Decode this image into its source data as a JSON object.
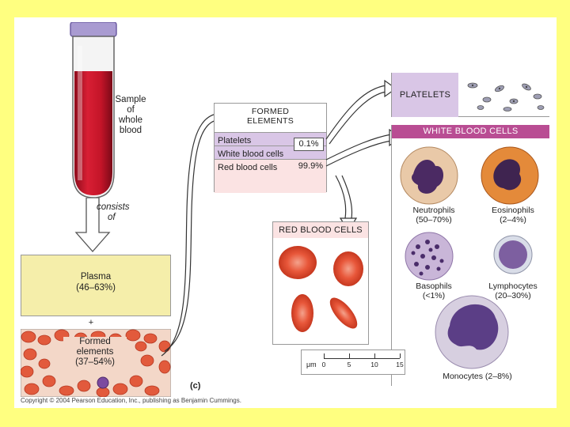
{
  "tube": {
    "label_lines": [
      "Sample",
      "of",
      "whole",
      "blood"
    ],
    "consists_lines": [
      "consists",
      "of"
    ]
  },
  "plasma": {
    "label": "Plasma",
    "percent": "(46–63%)"
  },
  "plus": "+",
  "formed_layer": {
    "lines": [
      "Formed",
      "elements",
      "(37–54%)"
    ]
  },
  "formed_table": {
    "title_lines": [
      "FORMED",
      "ELEMENTS"
    ],
    "rows": [
      {
        "name": "Platelets",
        "value": ""
      },
      {
        "name": "White blood cells",
        "value": "0.1%"
      },
      {
        "name": "Red blood cells",
        "value": "99.9%"
      }
    ]
  },
  "platelets_panel": {
    "title": "PLATELETS"
  },
  "wbc_panel": {
    "title": "WHITE BLOOD CELLS",
    "cells": [
      {
        "name": "Neutrophils",
        "pct": "(50–70%)"
      },
      {
        "name": "Eosinophils",
        "pct": "(2–4%)"
      },
      {
        "name": "Basophils",
        "pct": "(<1%)"
      },
      {
        "name": "Lymphocytes",
        "pct": "(20–30%)"
      },
      {
        "name": "Monocytes (2–8%)",
        "pct": ""
      }
    ]
  },
  "rbc_panel": {
    "title": "RED BLOOD CELLS"
  },
  "scale_bar": {
    "unit": "μm",
    "ticks": [
      "0",
      "5",
      "10",
      "15"
    ]
  },
  "panel_label": "(c)",
  "copyright": "Copyright © 2004 Pearson Education, Inc., publishing as Benjamin Cummings.",
  "colors": {
    "background": "#ffff80",
    "plasma": "#f5eeaa",
    "blood": "#c8102e",
    "lavender": "#d9c6e6",
    "magenta_bar": "#b94d93",
    "pink_row": "#fbe3e3"
  }
}
